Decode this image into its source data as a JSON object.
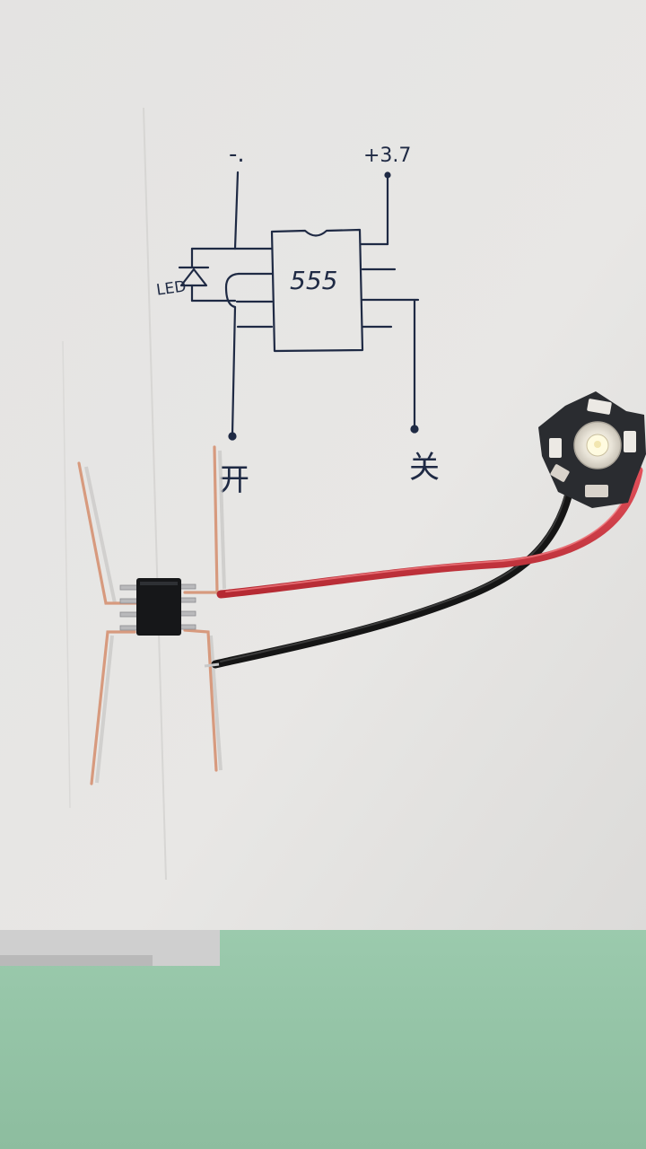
{
  "schematic": {
    "negative_label": "-.",
    "positive_label": "+3.7",
    "chip_label": "555",
    "led_label": "LED",
    "on_label": "开",
    "off_label": "关"
  },
  "colors": {
    "paper": "#e6e5e3",
    "ink": "#1f2a44",
    "mat": "#93c4a6",
    "wire_red": "#d1343d",
    "wire_black": "#151515",
    "copper": "#d79a7e",
    "board": "#2a2c30"
  }
}
